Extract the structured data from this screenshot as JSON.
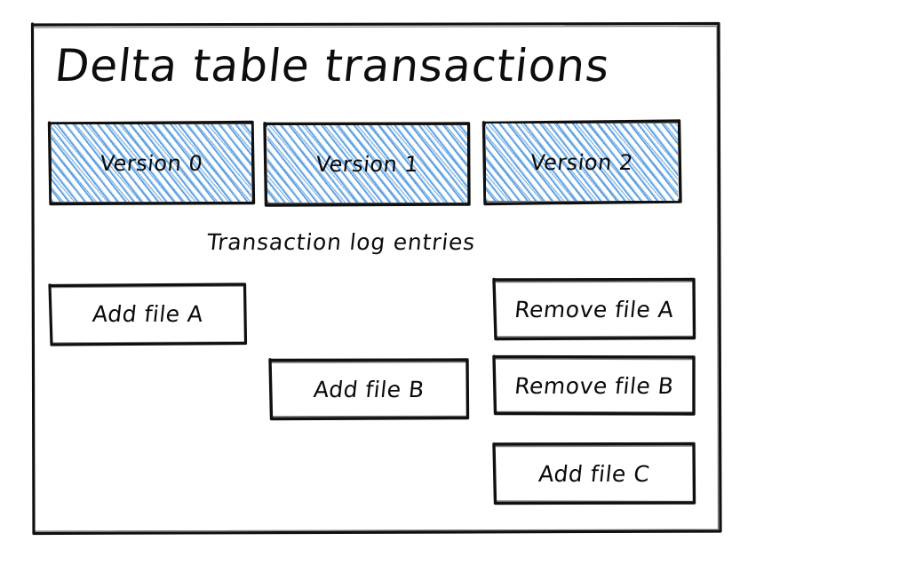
{
  "diagram": {
    "title": "Delta table transactions",
    "caption": "Transaction log entries",
    "background_color": "#ffffff",
    "ink_color": "#101010",
    "hatch_color": "#5c9fe0",
    "versions": [
      {
        "label": "Version 0"
      },
      {
        "label": "Version 1"
      },
      {
        "label": "Version 2"
      }
    ],
    "log_entries": [
      {
        "label": "Add file A",
        "version": "Version 0"
      },
      {
        "label": "Add file B",
        "version": "Version 1"
      },
      {
        "label": "Remove file A",
        "version": "Version 2"
      },
      {
        "label": "Remove file B",
        "version": "Version 2"
      },
      {
        "label": "Add file C",
        "version": "Version 2"
      }
    ]
  }
}
